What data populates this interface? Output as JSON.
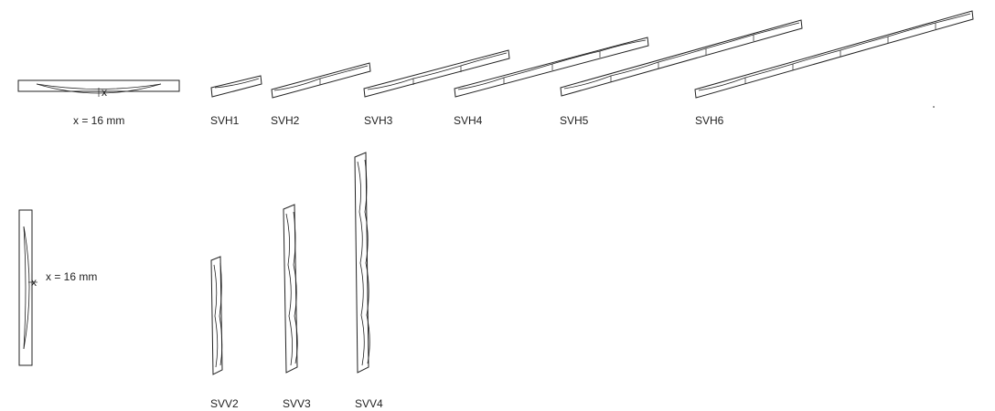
{
  "diagram": {
    "dimension_note_horizontal": "x = 16 mm",
    "dimension_note_vertical": "x = 16 mm",
    "dimension_symbol": "x",
    "horizontal_series": {
      "labels": [
        "SVH1",
        "SVH2",
        "SVH3",
        "SVH4",
        "SVH5",
        "SVH6"
      ],
      "segments": [
        1,
        2,
        3,
        4,
        5,
        6
      ]
    },
    "vertical_series": {
      "labels": [
        "SVV2",
        "SVV3",
        "SVV4"
      ],
      "segments": [
        2,
        3,
        4
      ]
    }
  }
}
